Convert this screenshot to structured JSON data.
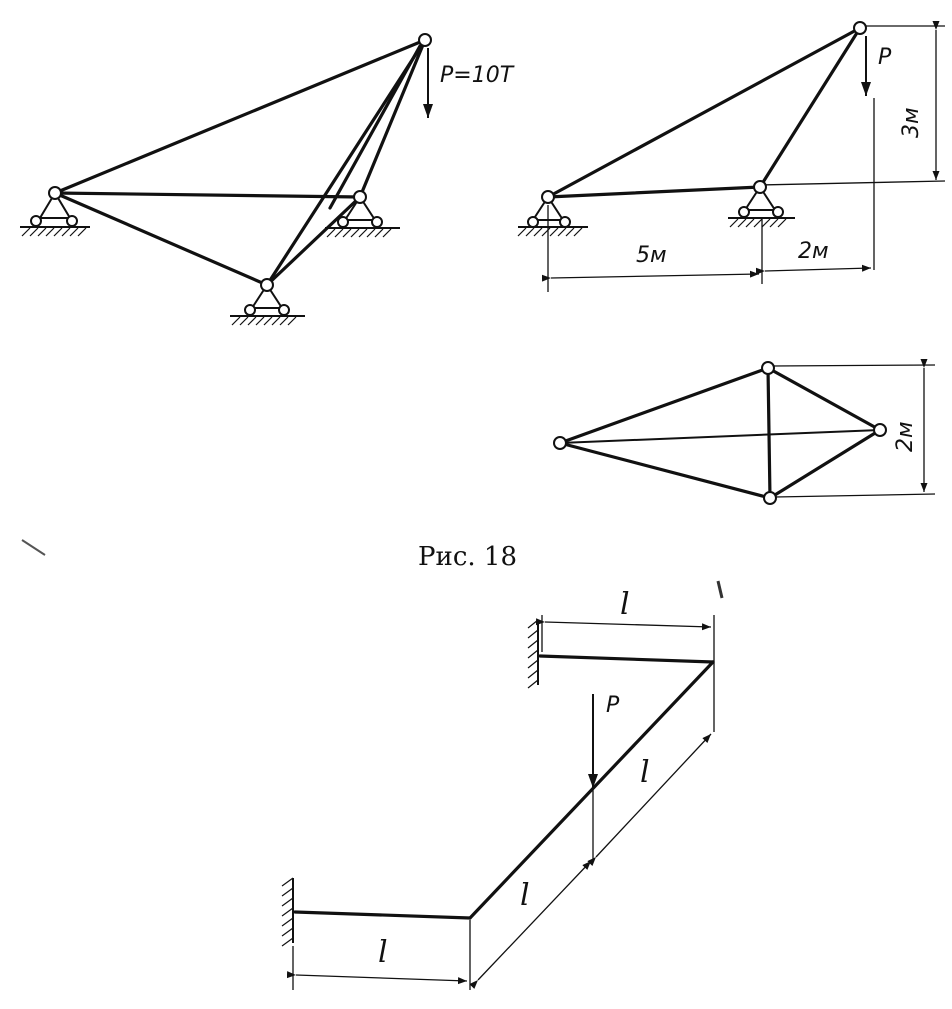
{
  "fig1": {
    "load_label": "P=10T"
  },
  "fig2": {
    "load_label": "P",
    "dim_height": "3м",
    "dim_left": "5м",
    "dim_right": "2м"
  },
  "fig3": {
    "dim_height": "2м"
  },
  "caption": "Рис.  18",
  "fig4": {
    "load_label": "P",
    "len_top": "l",
    "len_diag_upper": "l",
    "len_diag_lower": "l",
    "len_bottom": "l"
  }
}
